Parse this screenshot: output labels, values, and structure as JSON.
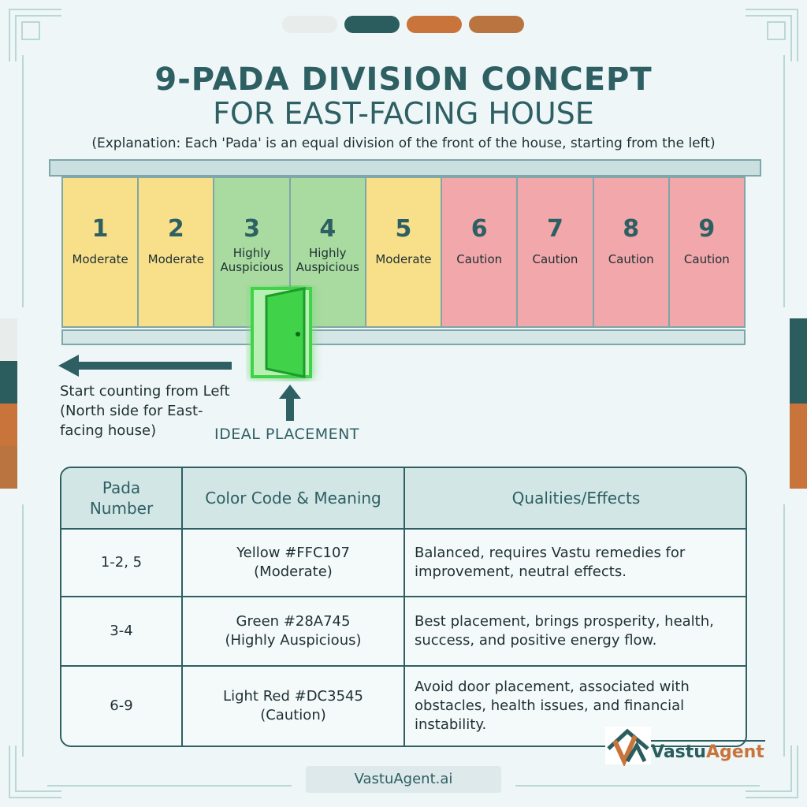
{
  "header": {
    "title": "9-PADA DIVISION CONCEPT",
    "subtitle": "FOR EAST-FACING HOUSE",
    "explanation": "(Explanation: Each 'Pada' is an equal division of the front of the house, starting from the left)"
  },
  "colors": {
    "moderate": "#f8e08a",
    "auspicious": "#a9dba0",
    "caution": "#f2a7ab",
    "accent_teal": "#2e5f63",
    "accent_orange": "#c8743a",
    "door_green": "#3fd24a"
  },
  "padas": [
    {
      "num": "1",
      "quality": "Moderate",
      "kind": "moderate"
    },
    {
      "num": "2",
      "quality": "Moderate",
      "kind": "moderate"
    },
    {
      "num": "3",
      "quality": "Highly Auspicious",
      "kind": "auspicious"
    },
    {
      "num": "4",
      "quality": "Highly Auspicious",
      "kind": "auspicious"
    },
    {
      "num": "5",
      "quality": "Moderate",
      "kind": "moderate"
    },
    {
      "num": "6",
      "quality": "Caution",
      "kind": "caution"
    },
    {
      "num": "7",
      "quality": "Caution",
      "kind": "caution"
    },
    {
      "num": "8",
      "quality": "Caution",
      "kind": "caution"
    },
    {
      "num": "9",
      "quality": "Caution",
      "kind": "caution"
    }
  ],
  "annotations": {
    "start_line1": "Start counting from Left",
    "start_line2": "(North side for East-",
    "start_line3": "facing house)",
    "ideal": "IDEAL PLACEMENT"
  },
  "table": {
    "headers": {
      "pada_line1": "Pada",
      "pada_line2": "Number",
      "color": "Color Code & Meaning",
      "qualities": "Qualities/Effects"
    },
    "rows": [
      {
        "pada": "1-2, 5",
        "color_line1": "Yellow #FFC107",
        "color_line2": "(Moderate)",
        "effects": "Balanced, requires Vastu remedies for improvement, neutral effects."
      },
      {
        "pada": "3-4",
        "color_line1": "Green #28A745",
        "color_line2": "(Highly Auspicious)",
        "effects": "Best placement, brings prosperity, health, success, and positive energy flow."
      },
      {
        "pada": "6-9",
        "color_line1": "Light Red #DC3545",
        "color_line2": "(Caution)",
        "effects": "Avoid door placement, associated with obstacles, health issues, and financial instability."
      }
    ]
  },
  "brand": {
    "logo_part1": "Vastu",
    "logo_part2": "Agent",
    "footer": "VastuAgent.ai"
  }
}
